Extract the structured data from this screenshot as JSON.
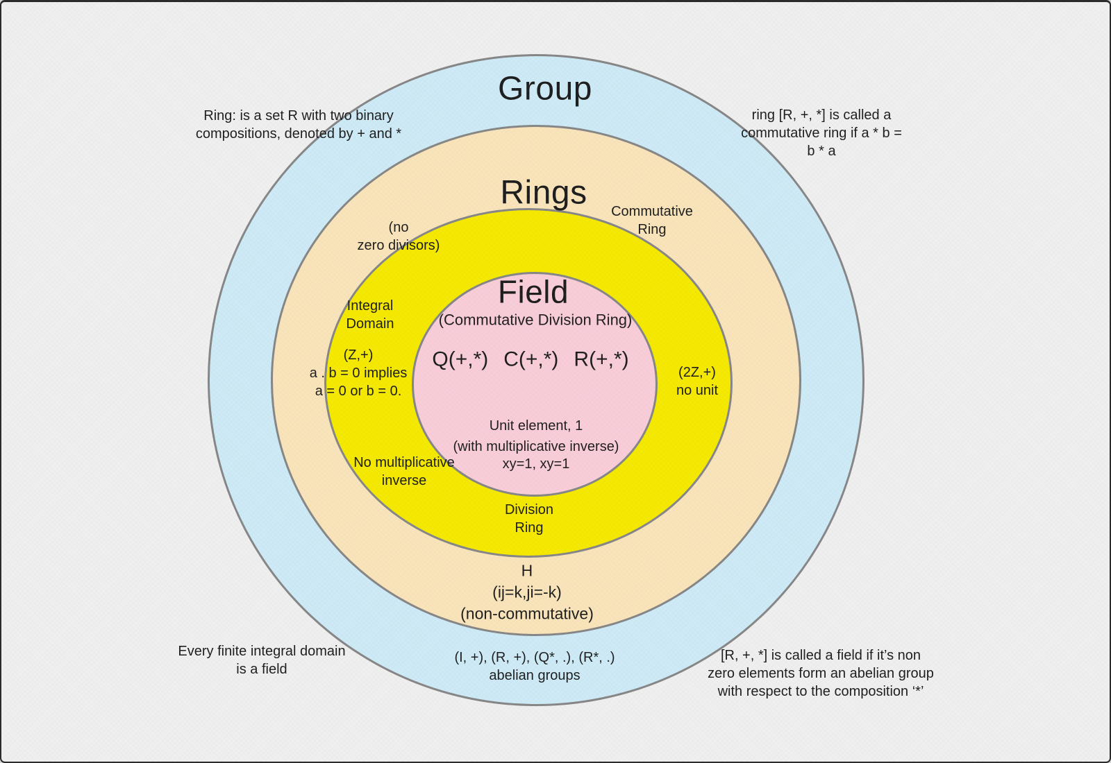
{
  "diagram": {
    "background_color": "#efefef",
    "stroke_color": "#868686",
    "rings": [
      {
        "name": "Group",
        "color": "#cdeaf6"
      },
      {
        "name": "Rings",
        "color": "#f9e4ba"
      },
      {
        "name": "Integral Domain / Division Ring",
        "color": "#f5e900"
      },
      {
        "name": "Field",
        "color": "#f8cdd8"
      }
    ]
  },
  "titles": {
    "group": "Group",
    "rings": "Rings",
    "field": "Field",
    "field_subtitle": "(Commutative Division Ring)"
  },
  "field_examples": [
    "Q(+,*)",
    "C(+,*)",
    "R(+,*)"
  ],
  "labels": {
    "unit_element": "Unit element, 1",
    "with_mult_inverse": "(with multiplicative inverse)",
    "xy": "xy=1, xy=1",
    "division_ring": "Division\nRing",
    "no_mult_inverse": "No multiplicative\ninverse",
    "integral_domain": "Integral\nDomain",
    "z_plus": "(Z,+)\na . b = 0 implies\na = 0 or b = 0.",
    "no_zero_divisors": "(no\nzero divisors)",
    "two_z_no_unit": "(2Z,+)\nno unit",
    "commutative_ring": "Commutative\nRing",
    "quaternions": "H\n(ij=k,ji=-k)\n(non-commutative)"
  },
  "annotations": {
    "ring_def": "Ring: is a set R with two binary\ncompositions, denoted by + and *",
    "comm_ring_def": "ring [R, +, *] is called a\ncommutative ring if a * b =\nb * a",
    "finite_integral_domain": "Every finite integral domain\nis a field",
    "abelian_groups": "(I, +), (R, +), (Q*, .), (R*, .)\nabelian groups",
    "field_def": "[R, +, *] is called a field if it’s non\nzero elements form an abelian group\nwith respect to the composition ‘*’"
  }
}
